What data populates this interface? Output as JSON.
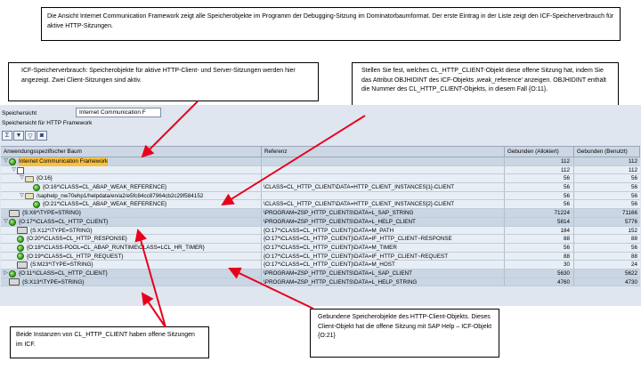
{
  "callouts": {
    "top": "Die Ansicht Internet Communication Framework zeigt alle Speicherobjekte im Programm der Debugging-Sitzung im Dominatorbaumformat. Der erste Eintrag in der Liste zeigt den ICF-Speicherverbrauch für aktive HTTP-Sitzungen.",
    "icf": "ICF-Speicherverbrauch: Speicherobjekte für aktive HTTP-Client- und Server-Sitzungen werden hier angezeigt. Zwei Client-Sitzungen sind aktiv.",
    "objid": "Stellen Sie fest, welches CL_HTTP_CLIENT-Objekt diese offene Sitzung hat, indem Sie das Attribut OBJHIDINT des ICF-Objekts ‚weak_reference' anzeigen. OBJHIDINT enthält die Nummer des CL_HTTP_CLIENT-Objekts, in diesem Fall {O:11}.",
    "bound": "Gebundene Speicherobjekte des HTTP-Client-Objekts. Dieses Client-Objekt hat die offene Sitzung mit SAP Help – ICF-Objekt {O:21}",
    "instances": "Beide Instanzen von CL_HTTP_CLIENT haben offene Sitzungen im ICF."
  },
  "sap": {
    "view_label": "Speichersicht",
    "view_value": "Internet Communication F",
    "view_caption": "Speichersicht für HTTP Framework",
    "toolbar": [
      {
        "icon": "summary-icon",
        "glyph": "Σ"
      },
      {
        "icon": "filter-icon",
        "glyph": "▼"
      },
      {
        "icon": "filter-settings-icon",
        "glyph": "▽"
      },
      {
        "icon": "refresh-icon",
        "glyph": "◙"
      }
    ],
    "columns": {
      "tree": "Anwendungsspezifischer Baum",
      "ref": "Referenz",
      "alloc": "Gebunden (Allokiert)",
      "used": "Gebunden (Benutzt)"
    },
    "rows": [
      {
        "indent": 0,
        "tri": "▽",
        "icon": "green",
        "name": "Internet Communication Framework",
        "ref": "",
        "alloc": "112",
        "used": "112",
        "band": "b",
        "hl": true
      },
      {
        "indent": 1,
        "tri": "▽",
        "icon": "doc",
        "name": "",
        "ref": "",
        "alloc": "112",
        "used": "112",
        "band": "a"
      },
      {
        "indent": 2,
        "tri": "▽",
        "icon": "folder",
        "name": "{O:16}",
        "ref": "",
        "alloc": "56",
        "used": "56",
        "band": "a"
      },
      {
        "indent": 3,
        "tri": "",
        "icon": "green",
        "name": "{O:16*\\CLASS=CL_ABAP_WEAK_REFERENCE}",
        "ref": "\\CLASS=CL_HTTP_CLIENT\\DATA=HTTP_CLIENT_INSTANCES[1]-CLIENT",
        "alloc": "56",
        "used": "56",
        "band": "a"
      },
      {
        "indent": 2,
        "tri": "▽",
        "icon": "folder",
        "name": "/saphelp_nw70ehp1/helpdata/en/a2/e5fc84cc87964cb2c29f584152",
        "ref": "",
        "alloc": "56",
        "used": "56",
        "band": "a"
      },
      {
        "indent": 3,
        "tri": "",
        "icon": "green",
        "name": "{O:21*\\CLASS=CL_ABAP_WEAK_REFERENCE}",
        "ref": "\\CLASS=CL_HTTP_CLIENT\\DATA=HTTP_CLIENT_INSTANCES[2]-CLIENT",
        "alloc": "56",
        "used": "56",
        "band": "a"
      },
      {
        "indent": 0,
        "tri": "",
        "icon": "multi",
        "name": "{S:X6*\\TYPE=STRING}",
        "ref": "\\PROGRAM=ZSP_HTTP_CLIENTS\\DATA=L_SAP_STRING",
        "alloc": "71224",
        "used": "71166",
        "band": "b"
      },
      {
        "indent": 0,
        "tri": "▽",
        "icon": "green",
        "name": "{O:17*\\CLASS=CL_HTTP_CLIENT}",
        "ref": "\\PROGRAM=ZSP_HTTP_CLIENTS\\DATA=L_HELP_CLIENT",
        "alloc": "5814",
        "used": "5776",
        "band": "b"
      },
      {
        "indent": 1,
        "tri": "",
        "icon": "multi",
        "name": "{S:X12*\\TYPE=STRING}",
        "ref": "{O:17*\\CLASS=CL_HTTP_CLIENT}\\DATA=M_PATH",
        "alloc": "184",
        "used": "152",
        "band": "a"
      },
      {
        "indent": 1,
        "tri": "",
        "icon": "green",
        "name": "{O:20*\\CLASS=CL_HTTP_RESPONSE}",
        "ref": "{O:17*\\CLASS=CL_HTTP_CLIENT}\\DATA=IF_HTTP_CLIENT~RESPONSE",
        "alloc": "88",
        "used": "88",
        "band": "a"
      },
      {
        "indent": 1,
        "tri": "",
        "icon": "green",
        "name": "{O:18*\\CLASS-POOL=CL_ABAP_RUNTIME\\CLASS=LCL_HR_TIMER}",
        "ref": "{O:17*\\CLASS=CL_HTTP_CLIENT}\\DATA=M_TIMER",
        "alloc": "56",
        "used": "56",
        "band": "a"
      },
      {
        "indent": 1,
        "tri": "",
        "icon": "green",
        "name": "{O:19*\\CLASS=CL_HTTP_REQUEST}",
        "ref": "{O:17*\\CLASS=CL_HTTP_CLIENT}\\DATA=IF_HTTP_CLIENT~REQUEST",
        "alloc": "88",
        "used": "88",
        "band": "a"
      },
      {
        "indent": 1,
        "tri": "",
        "icon": "multi",
        "name": "{S:M23*\\TYPE=STRING}",
        "ref": "{O:17*\\CLASS=CL_HTTP_CLIENT}\\DATA=M_HOST",
        "alloc": "30",
        "used": "24",
        "band": "a"
      },
      {
        "indent": 0,
        "tri": "▷",
        "icon": "green",
        "name": "{O:11*\\CLASS=CL_HTTP_CLIENT}",
        "ref": "\\PROGRAM=ZSP_HTTP_CLIENTS\\DATA=L_SAP_CLIENT",
        "alloc": "5630",
        "used": "5622",
        "band": "b"
      },
      {
        "indent": 0,
        "tri": "",
        "icon": "multi",
        "name": "{S:X13*\\TYPE=STRING}",
        "ref": "\\PROGRAM=ZSP_HTTP_CLIENTS\\DATA=L_HELP_STRING",
        "alloc": "4760",
        "used": "4730",
        "band": "b"
      }
    ]
  },
  "colors": {
    "panel": "#dfe6ef",
    "highlight": "#f7c043",
    "arrow": "#e8001c"
  }
}
